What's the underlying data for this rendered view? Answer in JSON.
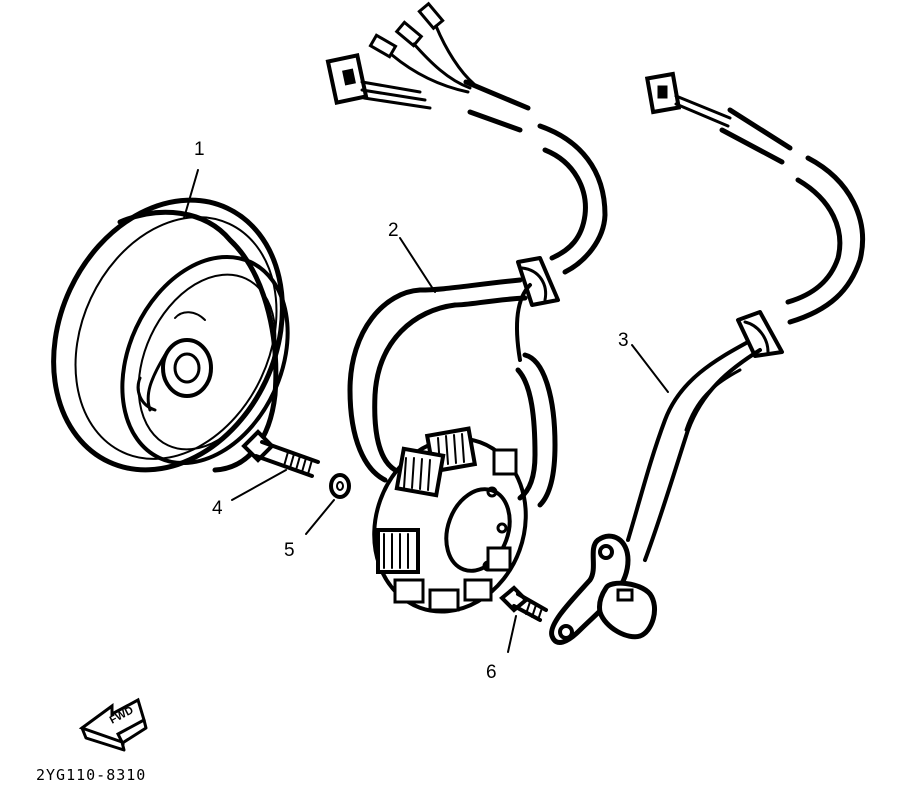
{
  "callouts": {
    "c1": "1",
    "c2": "2",
    "c3": "3",
    "c4": "4",
    "c5": "5",
    "c6": "6"
  },
  "direction_label": "FWD",
  "diagram_code": "2YG110-8310"
}
